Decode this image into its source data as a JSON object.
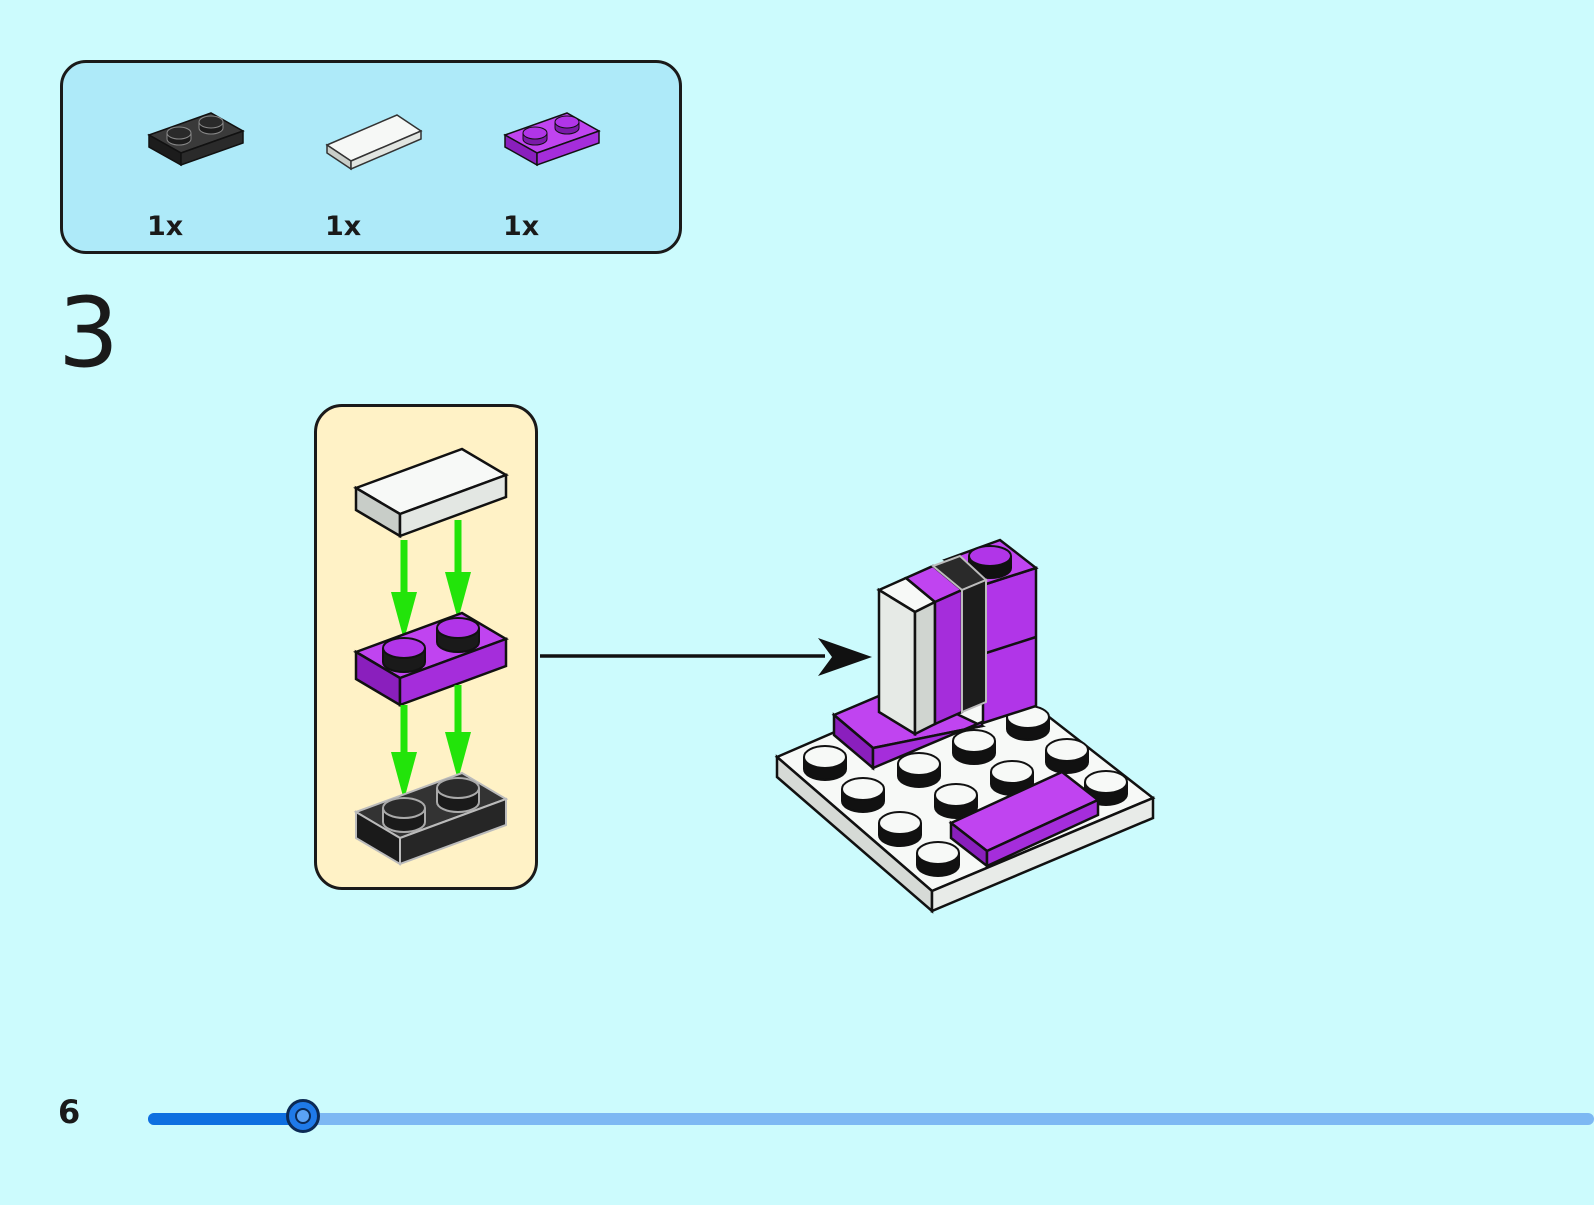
{
  "parts_list": {
    "items": [
      {
        "icon": "black-1x2-plate-icon",
        "color": "#222222",
        "quantity": "1x"
      },
      {
        "icon": "white-1x2-tile-icon",
        "color": "#f2f5f2",
        "quantity": "1x"
      },
      {
        "icon": "purple-1x2-plate-icon",
        "color": "#b135e8",
        "quantity": "1x"
      }
    ]
  },
  "step": {
    "number": "3"
  },
  "colors": {
    "page_background": "#ccfbfd",
    "parts_box": "#aeeaf9",
    "callout_box": "#fff2c6",
    "purple_brick": "#b135e8",
    "black_brick": "#222222",
    "white_brick": "#f2f5f2",
    "arrow_green": "#22e40a",
    "progress_fill": "#0e6fe0",
    "progress_track": "#7db8f3"
  },
  "footer": {
    "page_number": "6",
    "progress_fraction": 0.107
  }
}
